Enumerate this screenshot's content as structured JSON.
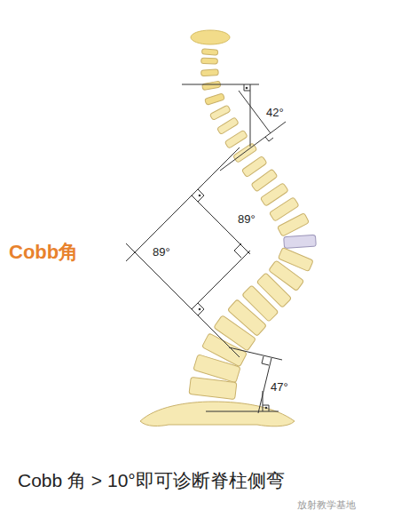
{
  "diagram": {
    "caption": "Cobb 角 > 10°即可诊断脊柱侧弯",
    "labels": [
      "42°",
      "89°",
      "Cobb角",
      "89°",
      "47°",
      "放射教学基地"
    ]
  }
}
